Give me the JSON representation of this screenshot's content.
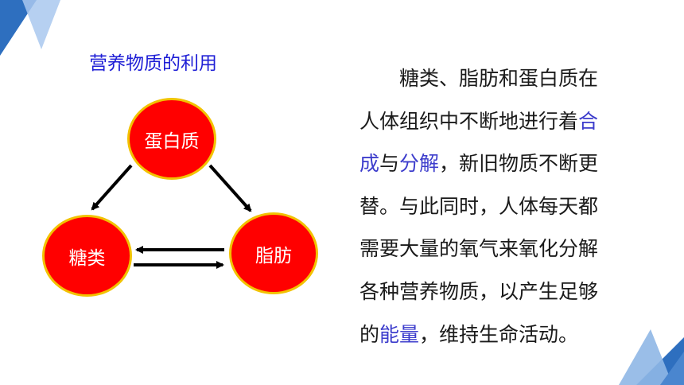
{
  "title": "营养物质的利用",
  "nodes": {
    "protein": "蛋白质",
    "sugar": "糖类",
    "fat": "脂肪"
  },
  "paragraph": {
    "l1": "糖类、脂肪和蛋白质在",
    "l2a": "人体组织中不断地进行着",
    "l2b": "合",
    "l3a": "成",
    "l3b": "与",
    "l3c": "分解",
    "l3d": "，新旧物质不断更",
    "l4": "替。与此同时，人体每天都",
    "l5": "需要大量的氧气来氧化分解",
    "l6": "各种营养物质，以产生足够",
    "l7a": "的",
    "l7b": "能量",
    "l7c": "，维持生命活动。"
  },
  "colors": {
    "title": "#1f1fd6",
    "node_fill": "#ff0000",
    "node_border": "#f2c200",
    "highlight": "#3d3dcc",
    "deco_dark": "#2e6fbf",
    "deco_light": "#8fb7e6"
  }
}
